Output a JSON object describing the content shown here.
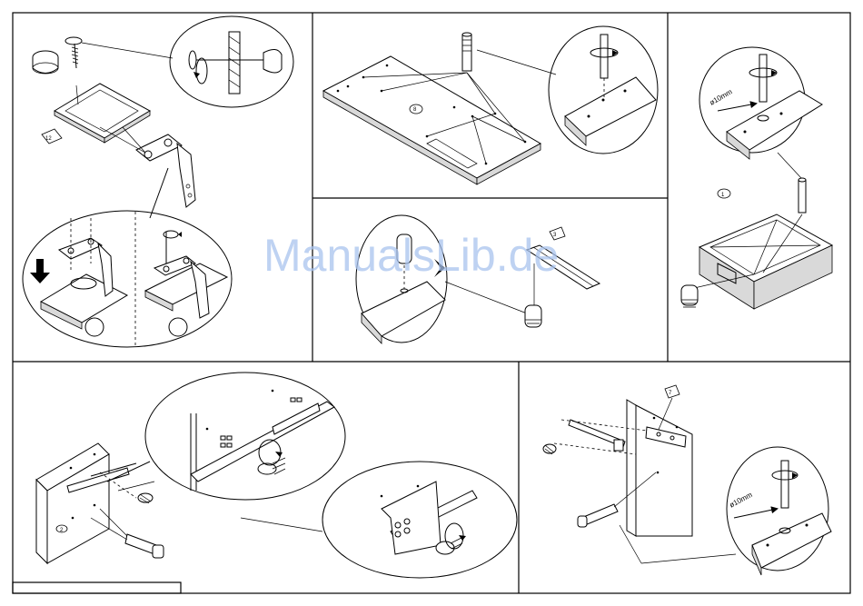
{
  "watermark": "ManualsLib.de",
  "dimension_labels": {
    "diameter_a": "ø10mm",
    "diameter_b": "ø10mm"
  },
  "part_tags": {
    "top_left": "12",
    "hinge_step_a": "",
    "hinge_step_b": "",
    "board_top_center": "8",
    "rail_top": "3",
    "cabinet_right": "1",
    "panel_bottom_left": "2",
    "panel_bottom_right": "7"
  },
  "icons": [
    "knob-icon",
    "screw-icon",
    "hinge-icon",
    "rotate-arrow-icon",
    "down-arrow-icon",
    "dowel-icon",
    "cam-bolt-icon",
    "drawer-slide-icon",
    "screwdriver-icon"
  ],
  "colors": {
    "line": "#000000",
    "watermark": "#a9c3ee",
    "edge_shade": "#d9d9d9"
  }
}
